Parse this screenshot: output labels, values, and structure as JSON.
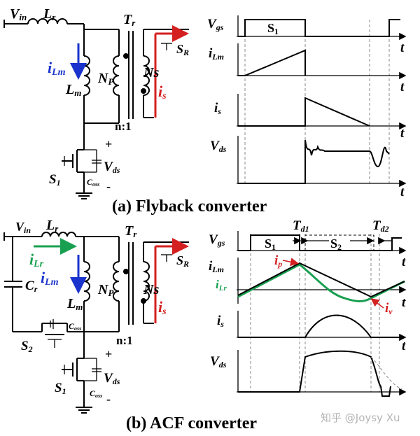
{
  "flyback": {
    "caption": "(a) Flyback converter",
    "labels": {
      "vin": "V",
      "vin_sub": "in",
      "lr": "L",
      "lr_sub": "r",
      "tr": "T",
      "tr_sub": "r",
      "ilm": "i",
      "ilm_sub": "Lm",
      "lm": "L",
      "lm_sub": "m",
      "np": "N",
      "np_sub": "P",
      "ns": "Ns",
      "is": "i",
      "is_sub": "s",
      "sr": "S",
      "sr_sub": "R",
      "ratio": "n:1",
      "plus": "+",
      "minus": "-",
      "vds": "V",
      "vds_sub": "ds",
      "s1": "S",
      "s1_sub": "1",
      "coss": "C",
      "coss_sub": "oss"
    },
    "waveforms": {
      "vgs": "V",
      "vgs_sub": "gs",
      "s1_pulse": "S",
      "s1_pulse_sub": "1",
      "ilm": "i",
      "ilm_sub": "Lm",
      "is": "i",
      "is_sub": "s",
      "vds": "V",
      "vds_sub": "ds",
      "t": "t"
    }
  },
  "acf": {
    "caption": "(b) ACF converter",
    "labels": {
      "vin": "V",
      "vin_sub": "in",
      "lr": "L",
      "lr_sub": "r",
      "ilr": "i",
      "ilr_sub": "Lr",
      "tr": "T",
      "tr_sub": "r",
      "ilm": "i",
      "ilm_sub": "Lm",
      "lm": "L",
      "lm_sub": "m",
      "np": "N",
      "np_sub": "P",
      "ns": "Ns",
      "is": "i",
      "is_sub": "s",
      "sr": "S",
      "sr_sub": "R",
      "cr": "C",
      "cr_sub": "r",
      "coss2": "C",
      "coss2_sub": "oss",
      "s2": "S",
      "s2_sub": "2",
      "ratio": "n:1",
      "plus": "+",
      "minus": "-",
      "vds": "V",
      "vds_sub": "ds",
      "s1": "S",
      "s1_sub": "1",
      "coss": "C",
      "coss_sub": "oss"
    },
    "waveforms": {
      "vgs": "V",
      "vgs_sub": "gs",
      "td1": "T",
      "td1_sub": "d1",
      "td2": "T",
      "td2_sub": "d2",
      "s1_pulse": "S",
      "s1_pulse_sub": "1",
      "s2_pulse": "S",
      "s2_pulse_sub": "2",
      "ilm": "i",
      "ilm_sub": "Lm",
      "ilr": "i",
      "ilr_sub": "Lr",
      "ip": "i",
      "ip_sub": "p",
      "iv": "i",
      "iv_sub": "v",
      "is": "i",
      "is_sub": "s",
      "vds": "V",
      "vds_sub": "ds",
      "t": "t"
    }
  },
  "watermark": "知乎 @Joysy Xu",
  "colors": {
    "ilm": "#1a33cc",
    "is": "#d42020",
    "ilr": "#18a050",
    "grid": "#888888"
  }
}
